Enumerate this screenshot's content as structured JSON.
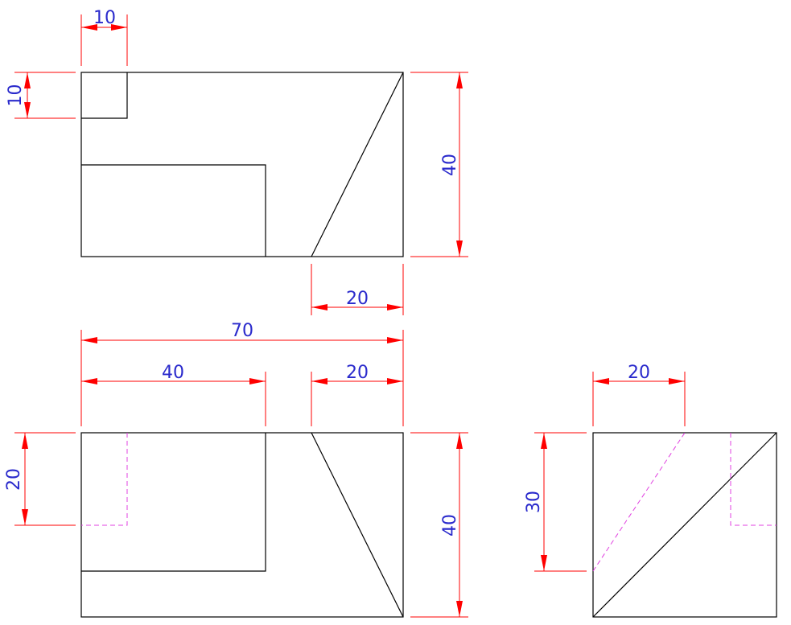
{
  "dimensions": {
    "top_view": {
      "notch_width": "10",
      "notch_height": "10",
      "height": "40",
      "slope_run": "20"
    },
    "front_view": {
      "total_length": "70",
      "pocket_length": "40",
      "slope_run": "20",
      "hidden_depth": "20",
      "height": "40"
    },
    "side_view": {
      "width": "20",
      "height": "30"
    }
  },
  "colors": {
    "geometry": "#000000",
    "dimension_lines": "#ff0000",
    "dimension_text": "#2a2acc",
    "hidden_lines": "#e040e0"
  }
}
